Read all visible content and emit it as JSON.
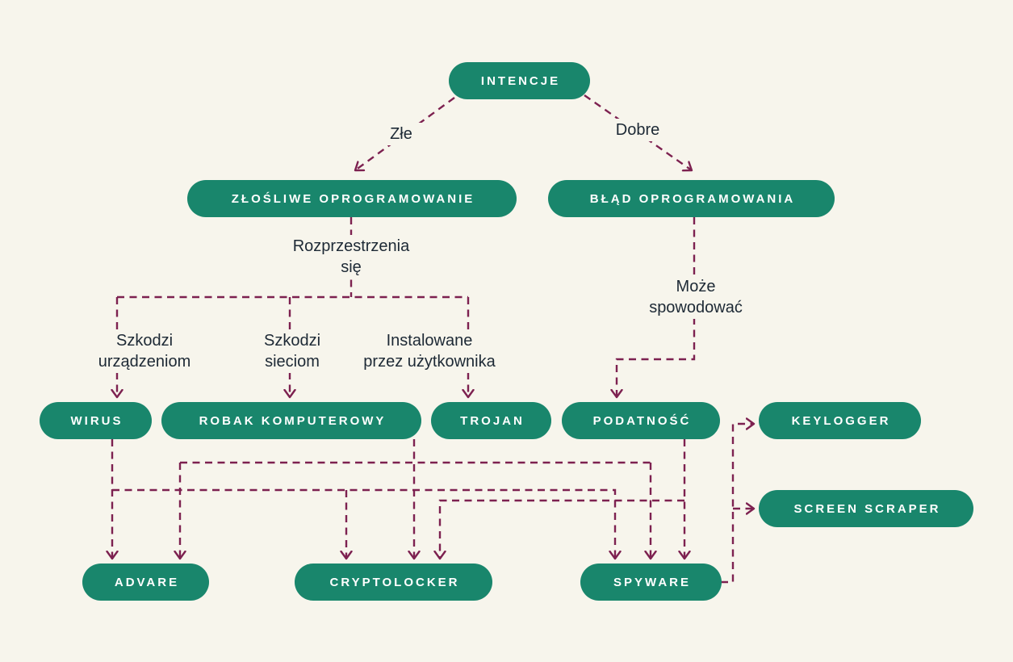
{
  "diagram": {
    "colors": {
      "background": "#f7f5ec",
      "node_fill": "#19866c",
      "node_text": "#ffffff",
      "connector": "#7d2150",
      "label_text": "#1d2935"
    },
    "nodes": {
      "intencje": "INTENCJE",
      "zlosliwe_oprogramowanie": "ZŁOŚLIWE OPROGRAMOWANIE",
      "blad_oprogramowania": "BŁĄD OPROGRAMOWANIA",
      "wirus": "WIRUS",
      "robak_komputerowy": "ROBAK KOMPUTEROWY",
      "trojan": "TROJAN",
      "podatnosc": "PODATNOŚĆ",
      "keylogger": "KEYLOGGER",
      "screen_scraper": "SCREEN SCRAPER",
      "advare": "ADVARE",
      "cryptolocker": "CRYPTOLOCKER",
      "spyware": "SPYWARE"
    },
    "edge_labels": {
      "zle": "Złe",
      "dobre": "Dobre",
      "rozprzestrzenia_line1": "Rozprzestrzenia",
      "rozprzestrzenia_line2": "się",
      "moze_line1": "Może",
      "moze_line2": "spowodować",
      "szkodzi_urzadzeniom_line1": "Szkodzi",
      "szkodzi_urzadzeniom_line2": "urządzeniom",
      "szkodzi_sieciom_line1": "Szkodzi",
      "szkodzi_sieciom_line2": "sieciom",
      "instalowane_line1": "Instalowane",
      "instalowane_line2": "przez użytkownika"
    },
    "edges": [
      {
        "from": "INTENCJE",
        "to": "ZŁOŚLIWE OPROGRAMOWANIE",
        "label": "Złe"
      },
      {
        "from": "INTENCJE",
        "to": "BŁĄD OPROGRAMOWANIA",
        "label": "Dobre"
      },
      {
        "from": "ZŁOŚLIWE OPROGRAMOWANIE",
        "to": "WIRUS",
        "label": "Rozprzestrzenia się / Szkodzi urządzeniom"
      },
      {
        "from": "ZŁOŚLIWE OPROGRAMOWANIE",
        "to": "ROBAK KOMPUTEROWY",
        "label": "Rozprzestrzenia się / Szkodzi sieciom"
      },
      {
        "from": "ZŁOŚLIWE OPROGRAMOWANIE",
        "to": "TROJAN",
        "label": "Rozprzestrzenia się / Instalowane przez użytkownika"
      },
      {
        "from": "BŁĄD OPROGRAMOWANIA",
        "to": "PODATNOŚĆ",
        "label": "Może spowodować"
      },
      {
        "from": "WIRUS",
        "to": "ADVARE",
        "label": ""
      },
      {
        "from": "WIRUS",
        "to": "CRYPTOLOCKER",
        "label": ""
      },
      {
        "from": "WIRUS",
        "to": "SPYWARE",
        "label": ""
      },
      {
        "from": "ROBAK KOMPUTEROWY",
        "to": "ADVARE",
        "label": ""
      },
      {
        "from": "ROBAK KOMPUTEROWY",
        "to": "CRYPTOLOCKER",
        "label": ""
      },
      {
        "from": "ROBAK KOMPUTEROWY",
        "to": "SPYWARE",
        "label": ""
      },
      {
        "from": "PODATNOŚĆ",
        "to": "CRYPTOLOCKER",
        "label": ""
      },
      {
        "from": "PODATNOŚĆ",
        "to": "SPYWARE",
        "label": ""
      },
      {
        "from": "SPYWARE",
        "to": "KEYLOGGER",
        "label": ""
      },
      {
        "from": "SPYWARE",
        "to": "SCREEN SCRAPER",
        "label": ""
      }
    ]
  }
}
